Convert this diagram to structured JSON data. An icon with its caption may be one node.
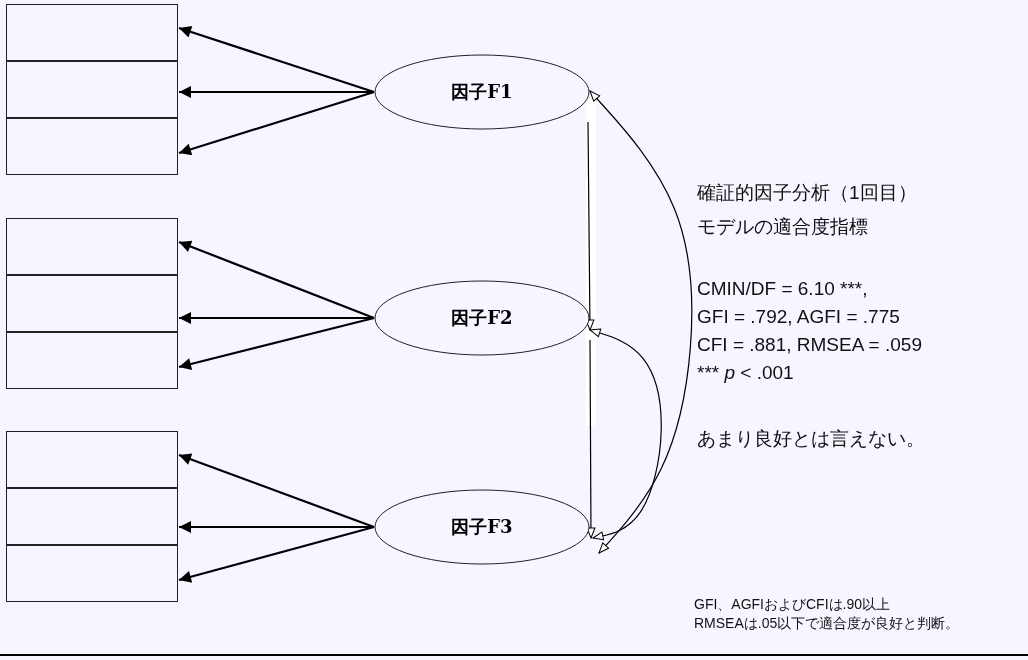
{
  "diagram": {
    "nodes": [
      {
        "text": [],
        "shape": "box"
      },
      {
        "text": [],
        "shape": "box"
      },
      {
        "text": [],
        "shape": "box"
      },
      {
        "text": [],
        "shape": "box"
      },
      {
        "text": [],
        "shape": "box"
      },
      {
        "text": [],
        "shape": "box"
      },
      {
        "text": [],
        "shape": "box"
      },
      {
        "text": [],
        "shape": "box"
      },
      {
        "text": [],
        "shape": "box"
      },
      {
        "text": [
          "因子F1"
        ]
      },
      {
        "text": [
          "因子F2"
        ]
      },
      {
        "text": [
          "因子F3"
        ]
      }
    ],
    "edges": [
      {
        "from": 9,
        "to": 0,
        "arrow": "to"
      },
      {
        "from": 9,
        "to": 1,
        "arrow": "to"
      },
      {
        "from": 9,
        "to": 2,
        "arrow": "to"
      },
      {
        "from": 10,
        "to": 3,
        "arrow": "to"
      },
      {
        "from": 10,
        "to": 4,
        "arrow": "to"
      },
      {
        "from": 10,
        "to": 5,
        "arrow": "to"
      },
      {
        "from": 11,
        "to": 6,
        "arrow": "to"
      },
      {
        "from": 11,
        "to": 7,
        "arrow": "to"
      },
      {
        "from": 11,
        "to": 8,
        "arrow": "to"
      },
      {
        "from": 9,
        "to": 10,
        "arrow": "to"
      },
      {
        "from": 10,
        "to": 11,
        "arrow": "to"
      },
      {
        "from": 10,
        "to": 11,
        "arrow": "both"
      },
      {
        "from": 9,
        "to": 11,
        "arrow": "both"
      }
    ],
    "labels": [
      "確証的因子分析（1回目）",
      "モデルの適合度指標",
      "CMIN/DF = 6.10 ***,",
      "GFI = .792, AGFI = .775",
      "CFI = .881, RMSEA = .059",
      "*** *p* < .001",
      "あまり良好とは言えない。",
      "GFI、AGFIおよびCFIは.90以上",
      "RMSEAは.05以下で適合度が良好と判断。"
    ]
  }
}
